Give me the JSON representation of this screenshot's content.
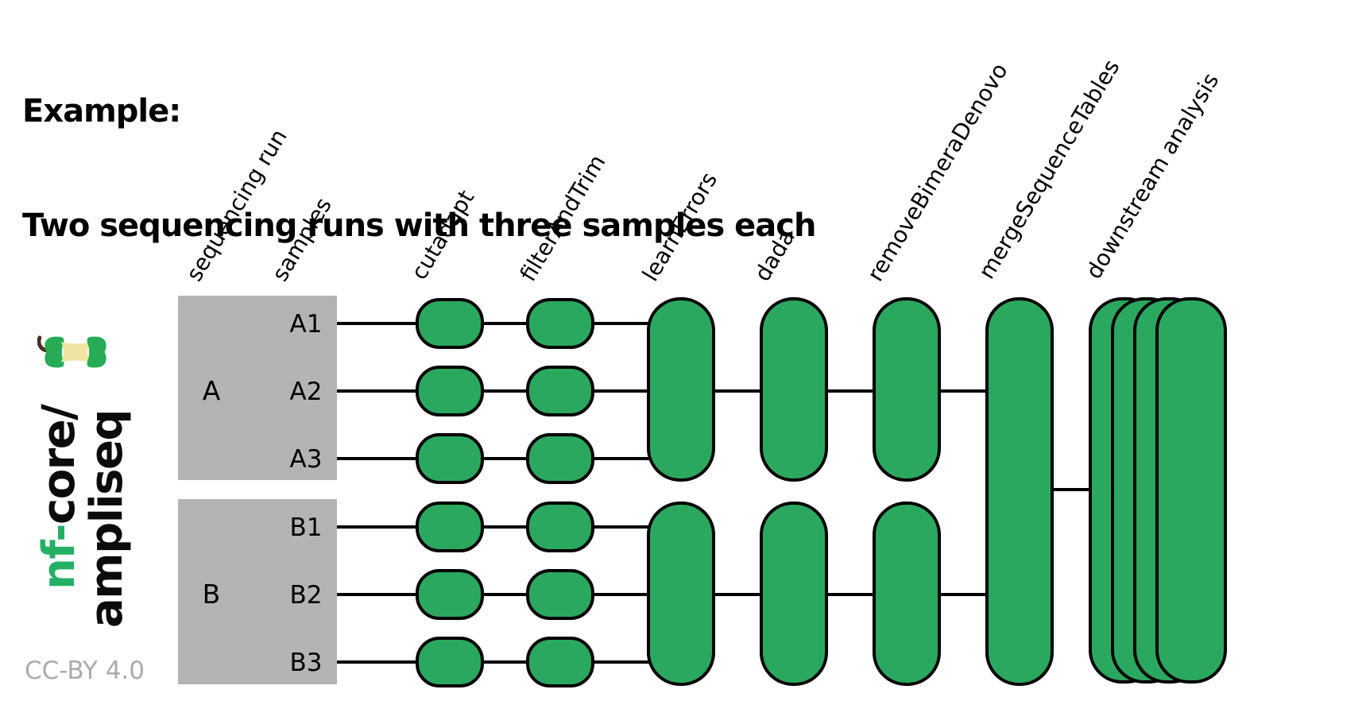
{
  "title": {
    "line1": "Example:",
    "line2": "Two sequencing runs with three samples each"
  },
  "license": "CC-BY 4.0",
  "logo": {
    "prefix": "nf-",
    "middle": "core/",
    "name": "ampliseq",
    "apple_icon": "apple-core-icon",
    "green": "#24B064"
  },
  "colors": {
    "pill_green": "#2BA85F",
    "outline": "#000000",
    "run_box_gray": "#B4B4B4",
    "license_gray": "#ABABAB",
    "label_black": "#000000"
  },
  "diagram": {
    "column_headers": [
      "sequencing run",
      "samples",
      "cutadapt",
      "filterAndTrim",
      "learnErrors",
      "dada",
      "removeBimeraDenovo",
      "mergeSequenceTables",
      "downstream analysis"
    ],
    "runs": [
      {
        "label": "A",
        "samples": [
          "A1",
          "A2",
          "A3"
        ]
      },
      {
        "label": "B",
        "samples": [
          "B1",
          "B2",
          "B3"
        ]
      }
    ],
    "steps": [
      {
        "label": "cutadapt",
        "scope": "per-sample"
      },
      {
        "label": "filterAndTrim",
        "scope": "per-sample"
      },
      {
        "label": "learnErrors",
        "scope": "per-run"
      },
      {
        "label": "dada",
        "scope": "per-run"
      },
      {
        "label": "removeBimeraDenovo",
        "scope": "per-run"
      },
      {
        "label": "mergeSequenceTables",
        "scope": "merged"
      },
      {
        "label": "downstream analysis",
        "scope": "stack",
        "stack_count": 4
      }
    ]
  }
}
